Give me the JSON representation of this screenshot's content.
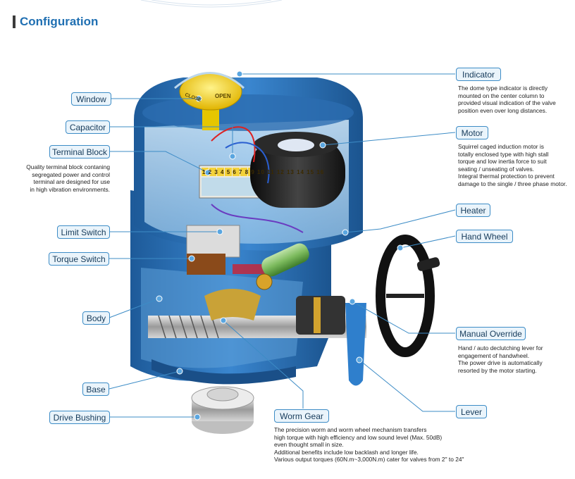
{
  "heading": "Configuration",
  "labels": {
    "indicator": "Indicator",
    "window": "Window",
    "capacitor": "Capacitor",
    "terminal_block": "Terminal Block",
    "motor": "Motor",
    "heater": "Heater",
    "limit_switch": "Limit Switch",
    "hand_wheel": "Hand Wheel",
    "torque_switch": "Torque Switch",
    "body": "Body",
    "manual_override": "Manual Override",
    "base": "Base",
    "lever": "Lever",
    "drive_bushing": "Drive Bushing",
    "worm_gear": "Worm Gear"
  },
  "descriptions": {
    "indicator": "The dome type indicator is directly\nmounted on the center column to\nprovided visual indication of the valve\nposition even over long distances.",
    "motor": "Squirrel caged induction motor is\ntotally enclosed type with high stall\ntorque and low inertia force to suit\nseating / unseating of valves.\nIntegral thermal protection to prevent\ndamage to the single / three phase motor.",
    "terminal_block": "Quality terminal block contaning\nsegregated power and control\nterminal are designed for use\nin high vibration environments.",
    "manual_override": "Hand / auto declutching lever for\nengagement of handwheel.\nThe power drive is automatically\nresorted by the motor starting.",
    "worm_gear": "The precision worm and worm wheel mechanism transfers\nhigh torque with high efficiency and low sound level (Max. 50dB)\neven thought small in size.\nAdditional benefits include low backlash and longer life.\nVarious output torques (60N.m~3,000N.m) cater for valves from 2\" to 24\""
  },
  "indicator_dial": {
    "close": "CLOSE",
    "open": "OPEN"
  },
  "terminal_numbers": "1 2 3 4 5 6 7 8 9 10 11 12 13 14 15 16",
  "colors": {
    "accent": "#1f6fb2",
    "label_border": "#3d8cc6",
    "label_fill": "#eaf4fb",
    "housing": "#2f6fb0"
  }
}
